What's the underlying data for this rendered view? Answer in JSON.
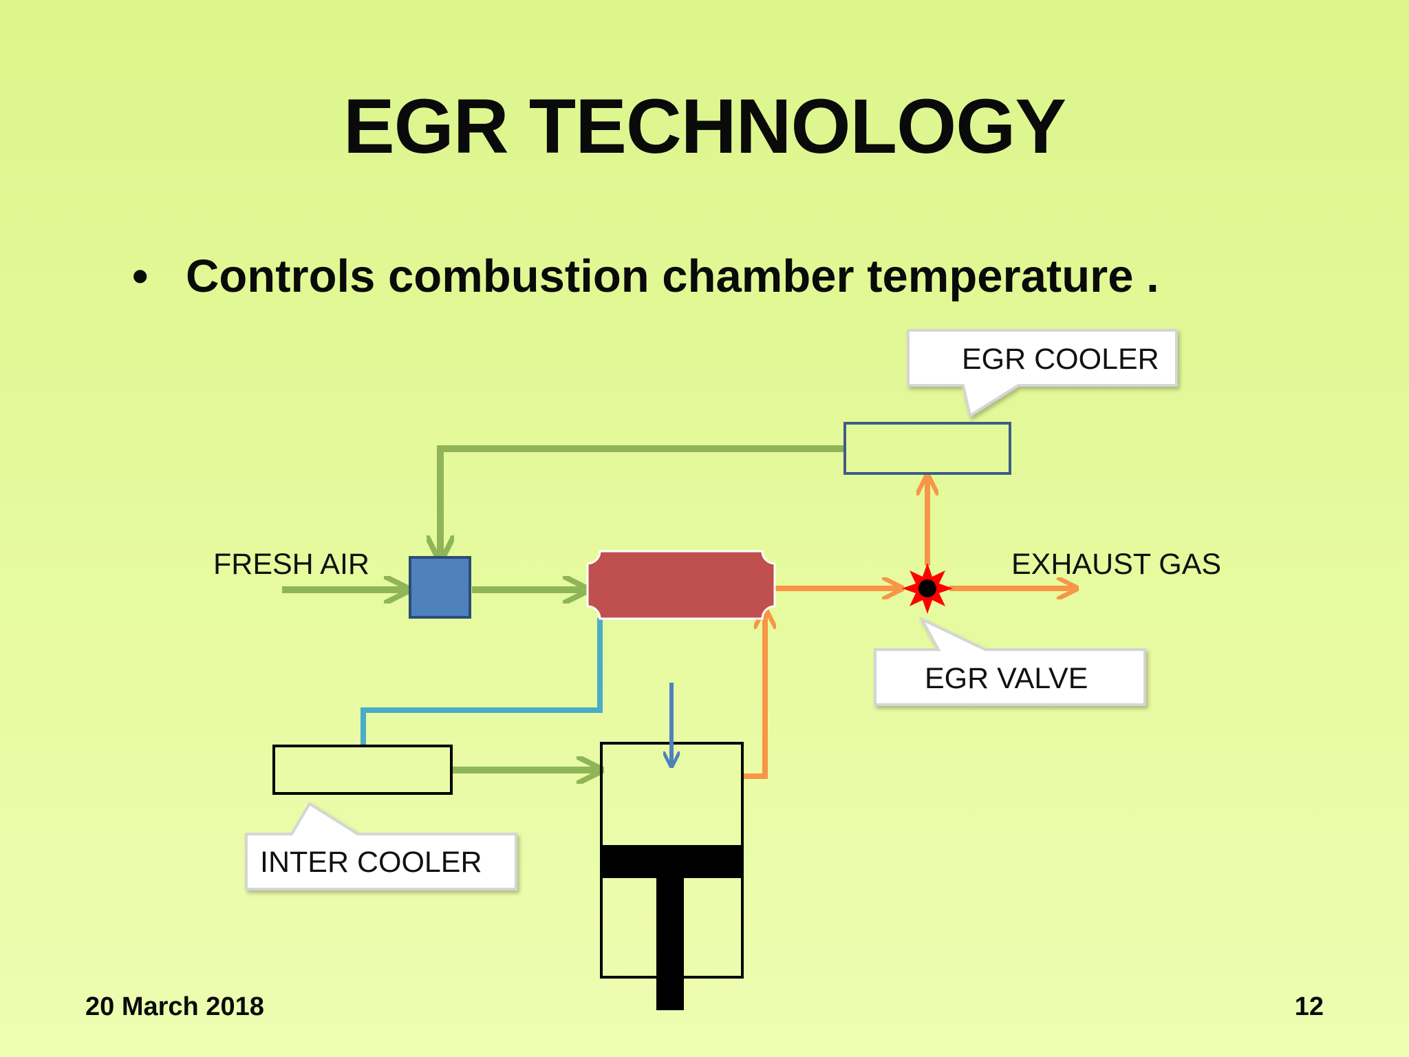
{
  "slide": {
    "title": "EGR TECHNOLOGY",
    "bullet_symbol": "•",
    "bullet_text": "Controls combustion chamber temperature .",
    "footer_date": "20 March 2018",
    "page_number": "12"
  },
  "diagram": {
    "labels": {
      "fresh_air": "FRESH AIR",
      "exhaust_gas": "EXHAUST GAS"
    },
    "callouts": {
      "egr_cooler": "EGR COOLER",
      "egr_valve": "EGR VALVE",
      "inter_cooler": "INTER COOLER"
    },
    "colors": {
      "background": "#e3f996",
      "air_flow": "#8fb558",
      "exhaust_flow": "#f79646",
      "coolant_line": "#4bacc6",
      "intake_block": "#4f81bd",
      "manifold": "#c0504d",
      "valve_star": "#ff0000",
      "outline": "#000000"
    }
  }
}
